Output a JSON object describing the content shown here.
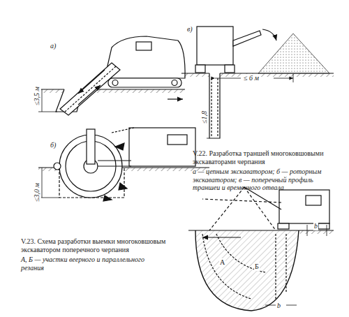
{
  "diagram": {
    "labels": [
      "а)",
      "≤3,5 м",
      "б)",
      "≤3,0 м",
      "в)",
      "≤ 6 м",
      "≤1,8",
      "V.22. Разработка траншей многоковшовыми экскаваторами черпания",
      "а — цепным экскаватором; б — роторным экскаватором; в — поперечный профиль траншеи и временного отвала",
      "V.23. Схема разработки выемки многоковшовым экскаватором поперечного черпания",
      "А, Б — участки веерного и параллельного резания",
      "А",
      "Б",
      "b",
      "b"
    ]
  }
}
